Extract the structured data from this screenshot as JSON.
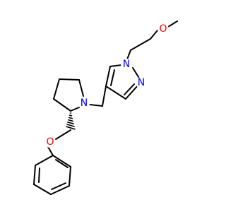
{
  "atoms": {
    "pyrazole_N1": {
      "symbol": "N",
      "color": "#0000ff"
    },
    "pyrazole_N2": {
      "symbol": "N",
      "color": "#0000ff"
    },
    "pyrrolidine_N": {
      "symbol": "N",
      "color": "#0000ff"
    },
    "methoxy_O": {
      "symbol": "O",
      "color": "#ff0000"
    },
    "ether_O": {
      "symbol": "O",
      "color": "#ff0000"
    }
  },
  "stereocenter": {
    "bond_style": "hashed-wedge"
  }
}
